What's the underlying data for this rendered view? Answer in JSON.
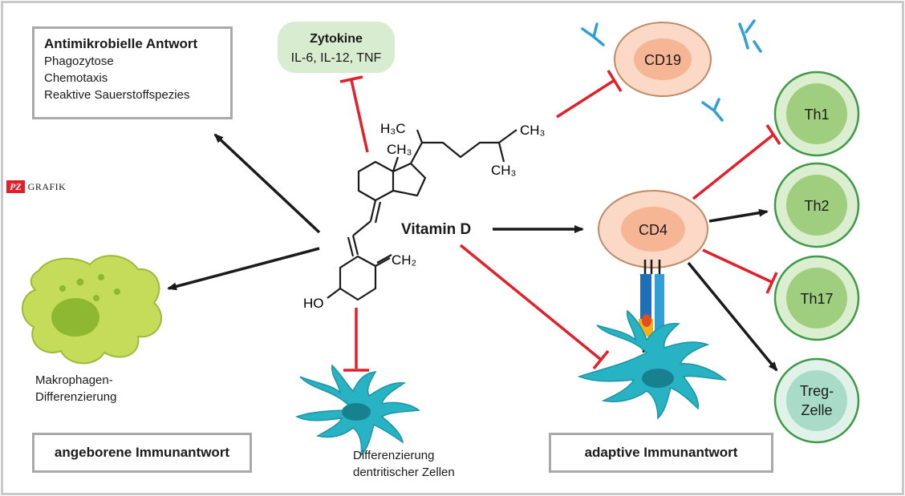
{
  "antimicrobial": {
    "title": "Antimikrobielle Antwort",
    "items": [
      "Phagozytose",
      "Chemotaxis",
      "Reaktive Sauerstoffspezies"
    ]
  },
  "cytokines": {
    "title": "Zytokine",
    "list": "IL-6, IL-12, TNF"
  },
  "logo": {
    "badge": "PZ",
    "text": "GRAFIK"
  },
  "molecule": {
    "h3c": "H₃C",
    "ch3_top": "CH₃",
    "ch3_right": "CH₃",
    "ch3_bottom": "CH₃",
    "ch2": "CH₂",
    "ho": "HO"
  },
  "center": {
    "label": "Vitamin D"
  },
  "cells": {
    "cd19": "CD19",
    "cd4": "CD4",
    "th1": "Th1",
    "th2": "Th2",
    "th17": "Th17",
    "treg_line1": "Treg-",
    "treg_line2": "Zelle"
  },
  "macrophage": {
    "line1": "Makrophagen-",
    "line2": "Differenzierung"
  },
  "dendritic": {
    "line1": "Differenzierung",
    "line2": "dentritischer Zellen"
  },
  "innate": {
    "label": "angeborene Immunantwort"
  },
  "adaptive": {
    "label": "adaptive Immunantwort"
  },
  "colors": {
    "inhibit": "#e0212b",
    "arrow": "#1a1a1a",
    "green_cell": "#9fce7f",
    "green_rim": "#3f9a47",
    "cd_cell": "#f6b594",
    "dc": "#27b3c4",
    "macro": "#b9d44a",
    "treg": "#a8dcc9"
  }
}
